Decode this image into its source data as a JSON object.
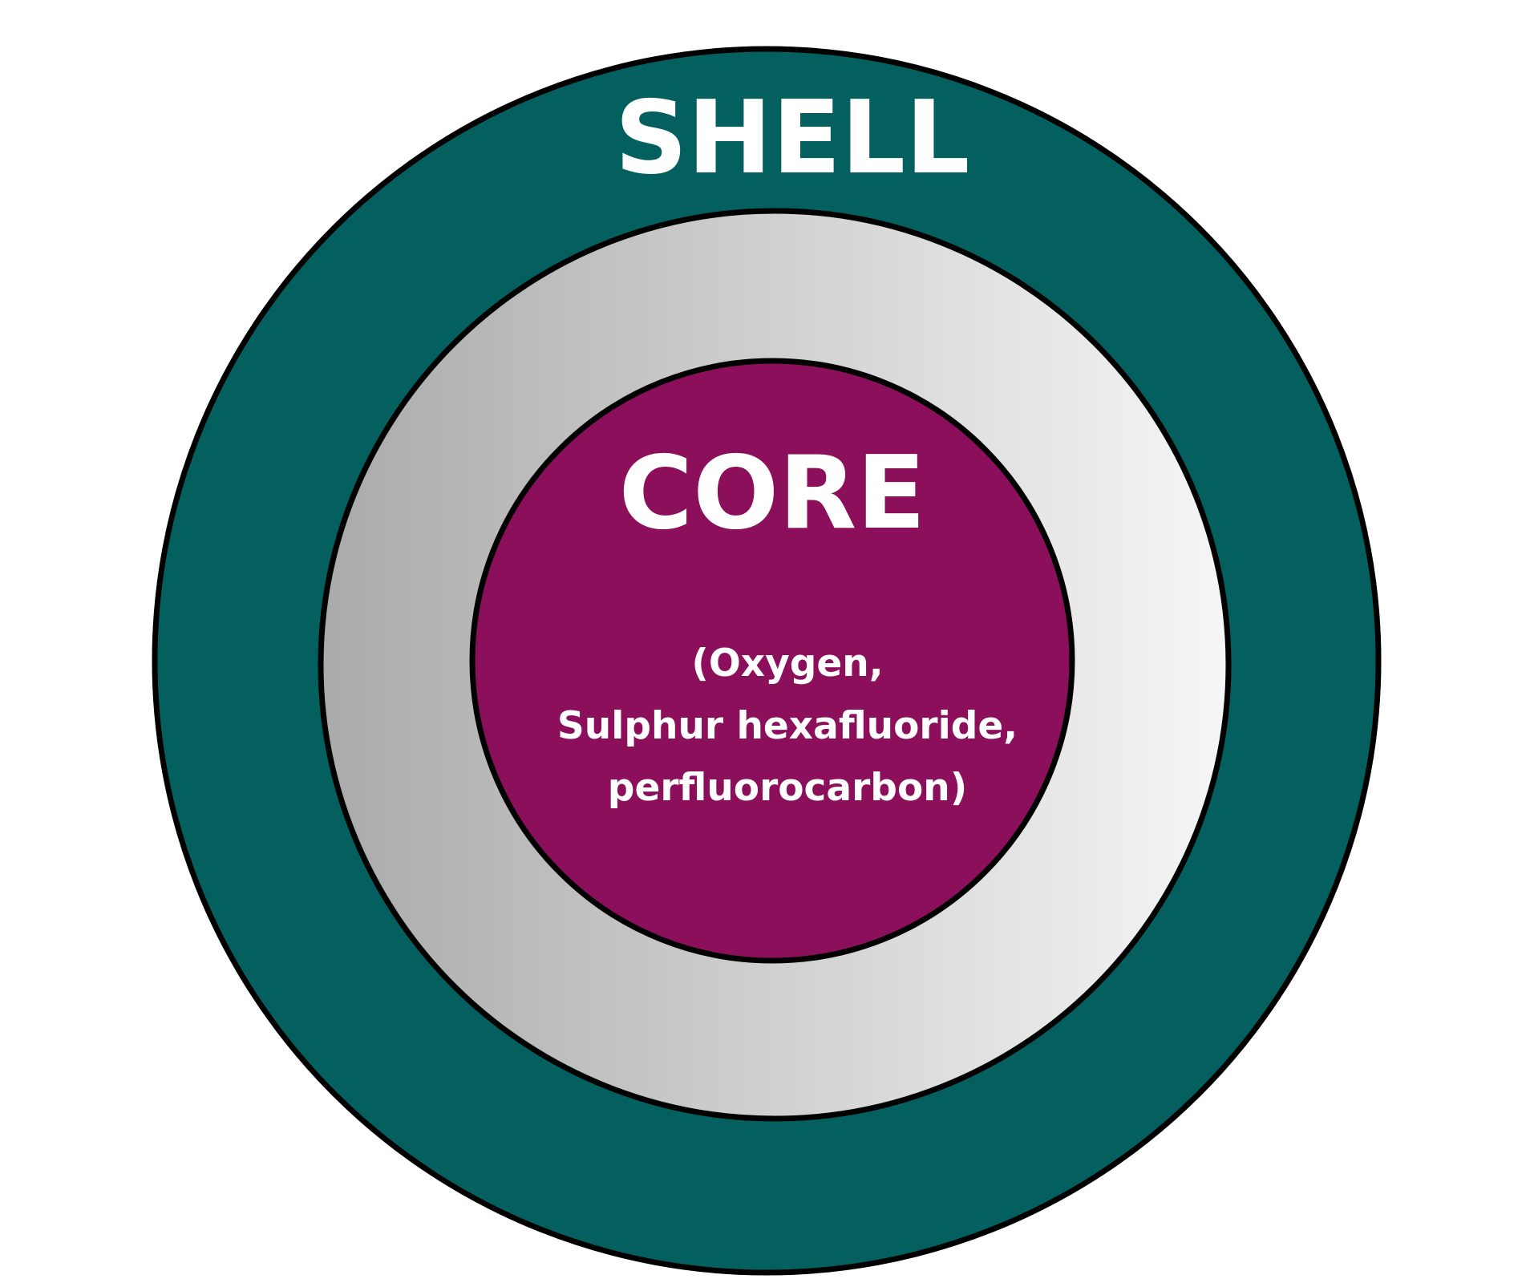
{
  "diagram": {
    "shell": {
      "label": "SHELL",
      "color": "#045f5f"
    },
    "middle_layer": {
      "color_light": "#f6f6f6",
      "color_dark": "#aaaaaa"
    },
    "core": {
      "label": "CORE",
      "color": "#8c0f5c",
      "contents": [
        "(Oxygen,",
        "Sulphur hexafluoride,",
        "perfluorocarbon)"
      ]
    },
    "outline_color": "#000000",
    "text_color": "#ffffff"
  }
}
